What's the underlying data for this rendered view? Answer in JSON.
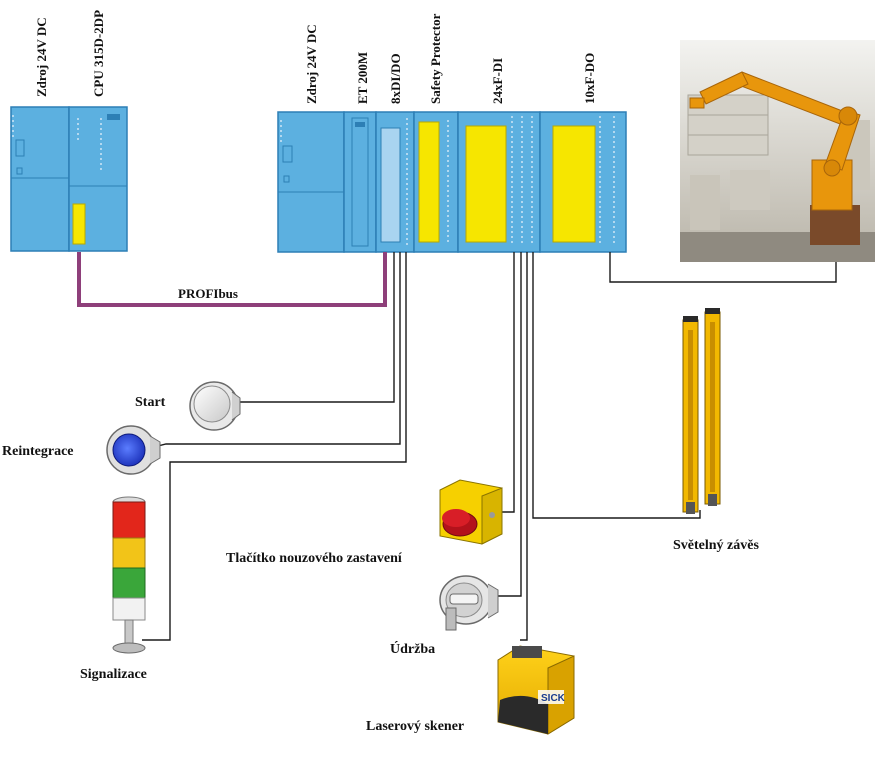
{
  "plc_rack_left": {
    "modules": [
      {
        "label": "Zdroj 24V DC"
      },
      {
        "label": "CPU 315D-2DP"
      }
    ]
  },
  "plc_rack_right": {
    "modules": [
      {
        "label": "Zdroj 24V DC"
      },
      {
        "label": "ET 200M"
      },
      {
        "label": "8xDI/DO"
      },
      {
        "label": "Safety Protector"
      },
      {
        "label": "24xF-DI"
      },
      {
        "label": "10xF-DO"
      }
    ]
  },
  "bus": {
    "label": "PROFIbus"
  },
  "devices": {
    "start": "Start",
    "reintegrace": "Reintegrace",
    "signalizace": "Signalizace",
    "emergency_stop": "Tlačítko nouzového zastavení",
    "udrzba": "Údržba",
    "laser_scanner": "Laserový skener",
    "light_curtain": "Světelný závěs",
    "scanner_brand": "SICK"
  },
  "colors": {
    "plc_module": "#5cb0e0",
    "plc_border": "#2d7fb5",
    "status_yellow": "#f6e600",
    "bus_purple": "#8e3f7a",
    "wire": "#1a1a1a",
    "robot_orange": "#e8960c"
  },
  "icons": {
    "robot": "industrial-robot-photo",
    "start": "push-button-white",
    "reintegrace": "push-button-blue",
    "signalizace": "signal-tower",
    "emergency_stop": "emergency-stop-box",
    "udrzba": "key-selector-switch",
    "laser_scanner": "laser-scanner",
    "light_curtain": "light-curtain"
  }
}
